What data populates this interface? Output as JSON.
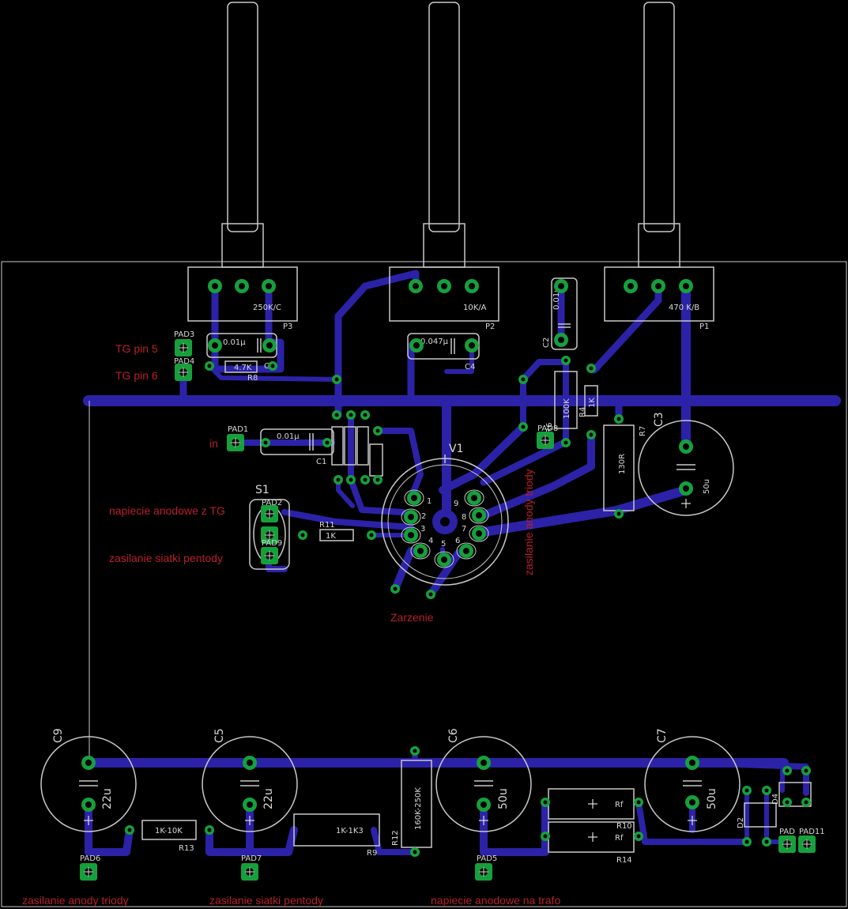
{
  "colors": {
    "background": "#000000",
    "trace": "#2c22a8",
    "pad": "#16a03c",
    "silkscreen": "#c8c8c8",
    "note_text": "#b8202a"
  },
  "potentiometers": [
    {
      "id": "pot-p3",
      "name": "P3",
      "value": "250K/C"
    },
    {
      "id": "pot-p2",
      "name": "P2",
      "value": "10K/A"
    },
    {
      "id": "pot-p1",
      "name": "P1",
      "value": "470 K/B"
    }
  ],
  "components": {
    "c1": {
      "name": "C1",
      "value": "0.01µ"
    },
    "c2": {
      "name": "C2",
      "value": "0.01µ"
    },
    "c3": {
      "name": "C3",
      "value": "50u"
    },
    "c4": {
      "name": "C4",
      "value": "0.047µ"
    },
    "c5": {
      "name": "C5",
      "value": "22u"
    },
    "c6": {
      "name": "C6",
      "value": "50u"
    },
    "c7": {
      "name": "C7",
      "value": "50u"
    },
    "c8": {
      "name": "C8",
      "value": "0.01µ"
    },
    "c9": {
      "name": "C9",
      "value": "22u"
    },
    "r4": {
      "name": "R4",
      "value": "1K"
    },
    "r6": {
      "name": "R6",
      "value": "100K"
    },
    "r7": {
      "name": "R7",
      "value": "130R"
    },
    "r8": {
      "name": "R8",
      "value": "4.7K"
    },
    "r9": {
      "name": "R9",
      "value": "1K-1K3"
    },
    "r10": {
      "name": "R10",
      "value": "Rf"
    },
    "r11": {
      "name": "R11",
      "value": "1K"
    },
    "r12": {
      "name": "R12",
      "value": "160K-250K"
    },
    "r13": {
      "name": "R13",
      "value": "1K-10K"
    },
    "r14": {
      "name": "R14",
      "value": "Rf"
    },
    "v1": {
      "name": "V1"
    },
    "s1": {
      "name": "S1"
    },
    "d2": {
      "name": "D2"
    },
    "d4": {
      "name": "D4"
    }
  },
  "tube_pins": [
    "1",
    "2",
    "3",
    "4",
    "5",
    "6",
    "7",
    "8",
    "9"
  ],
  "pads": {
    "pad1": "PAD1",
    "pad2": "PAD2",
    "pad3": "PAD3",
    "pad4": "PAD4",
    "pad5": "PAD5",
    "pad6": "PAD6",
    "pad7": "PAD7",
    "pad8": "PAD8",
    "pad9": "PAD9",
    "pad10": "PAD",
    "pad11": "PAD11"
  },
  "notes": {
    "tg_pin5": "TG pin 5",
    "tg_pin6": "TG pin 6",
    "in": "in",
    "anode_from_tg": "napiecie anodowe z TG",
    "pentode_grid_supply": "zasilanie siatki pentody",
    "heater": "Zarzenie",
    "triode_anode_supply_vertical": "zasilanie anody triody",
    "triode_anode_supply": "zasilanie anody triody",
    "pentode_grid_supply_bottom": "zasilanie siatki pentody",
    "anode_to_transformer": "napiecie anodowe na trafo"
  }
}
